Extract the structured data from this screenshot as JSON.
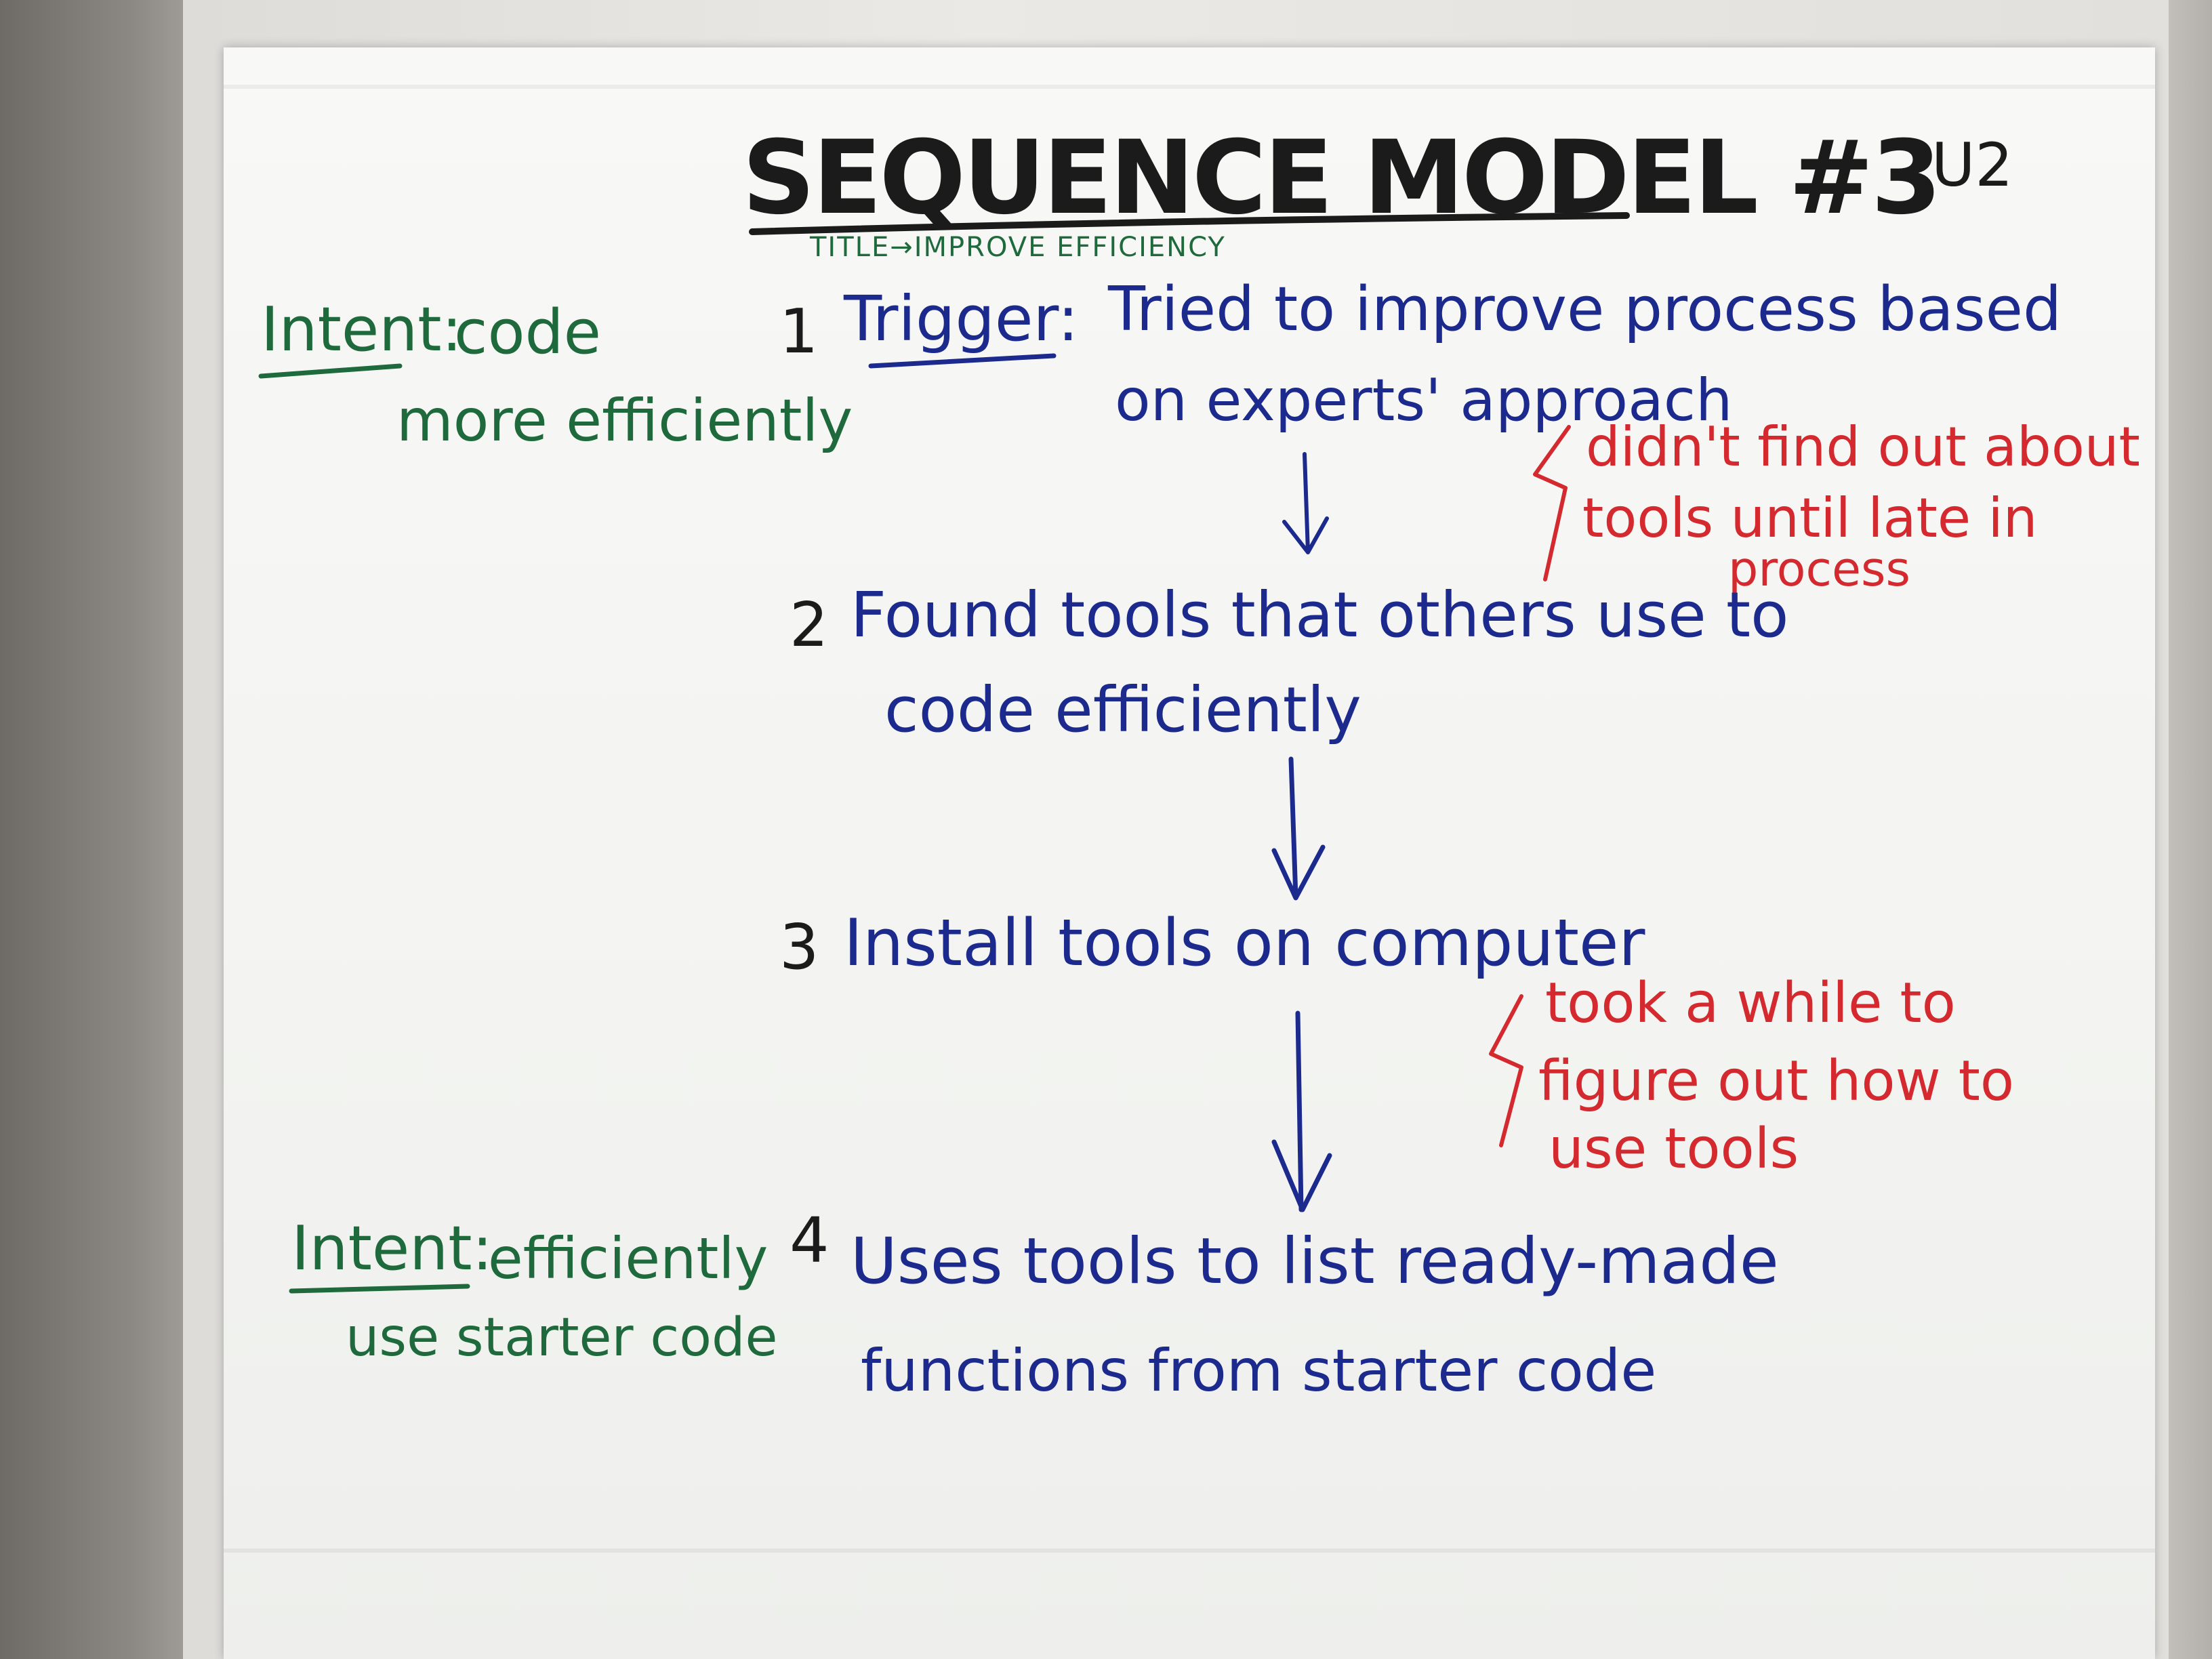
{
  "poster": {
    "title": "SEQUENCE MODEL #3",
    "corner_code": "U2",
    "subtitle": "TITLE→IMPROVE EFFICIENCY",
    "intent_1": {
      "label": "Intent:",
      "text_line1": "code",
      "text_line2": "more efficiently"
    },
    "intent_2": {
      "label": "Intent:",
      "text_line1": "efficiently",
      "text_line2": "use starter code"
    },
    "steps": [
      {
        "number": "1",
        "label": "Trigger:",
        "line1": "Tried to improve process based",
        "line2": "on experts' approach"
      },
      {
        "number": "2",
        "line1": "Found tools that others use to",
        "line2": "code efficiently"
      },
      {
        "number": "3",
        "line1": "Install tools on computer"
      },
      {
        "number": "4",
        "line1": "Uses tools to list ready-made",
        "line2": "functions from starter code"
      }
    ],
    "breakdowns": [
      {
        "line1": "didn't find out about",
        "line2": "tools until late in",
        "line3": "process"
      },
      {
        "line1": "took a while to",
        "line2": "figure out how to",
        "line3": "use tools"
      }
    ]
  },
  "colors": {
    "black_marker": "#1b1b1b",
    "blue_marker": "#1c2a8e",
    "green_marker": "#1f6a3c",
    "red_marker": "#d42a2f"
  }
}
